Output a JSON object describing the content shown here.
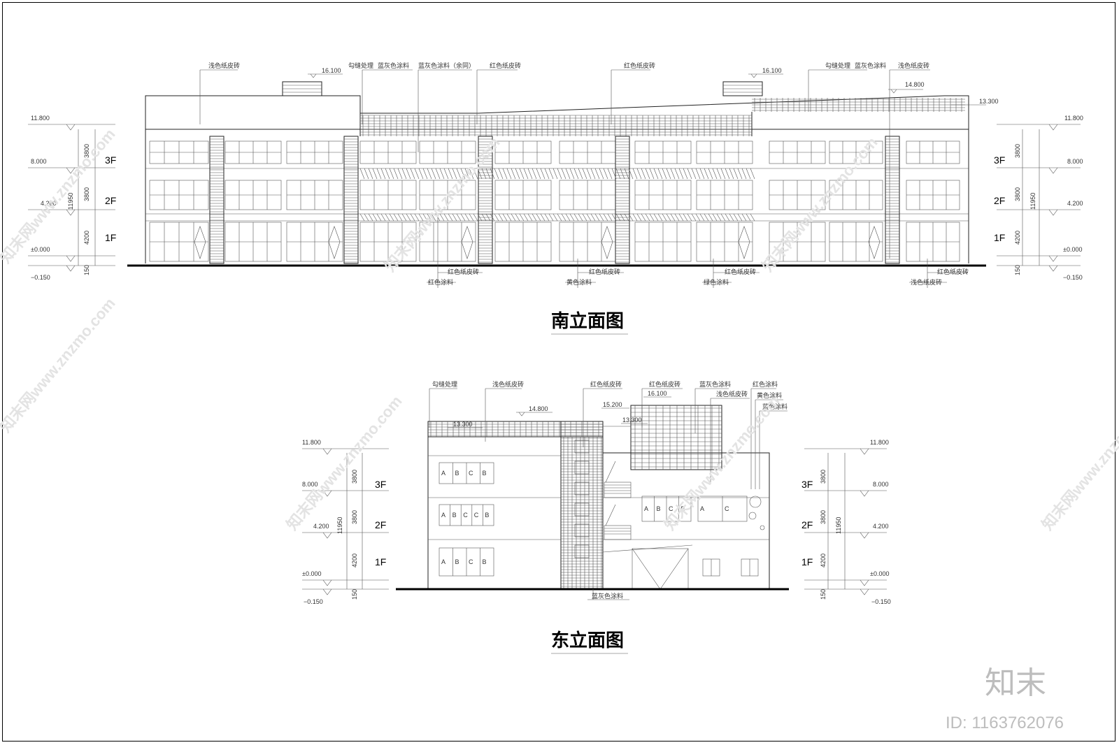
{
  "south": {
    "title": "南立面图",
    "floors": [
      "3F",
      "2F",
      "1F"
    ],
    "levels": [
      "11.800",
      "8.000",
      "4.200",
      "±0.000",
      "−0.150"
    ],
    "dims": [
      "3800",
      "3800",
      "4200",
      "11950",
      "150"
    ],
    "top_labels": [
      "浅色纸皮砖",
      "勾缝处理",
      "蓝灰色涂料",
      "蓝灰色涂料（余同）",
      "红色纸皮砖",
      "红色纸皮砖",
      "勾缝处理",
      "蓝灰色涂料",
      "浅色纸皮砖"
    ],
    "top_levels": [
      "16.100",
      "16.100",
      "14.800",
      "13.300"
    ],
    "bottom_labels": [
      "红色纸皮砖",
      "红色涂料",
      "红色纸皮砖",
      "黄色涂料",
      "红色纸皮砖",
      "绿色涂料",
      "红色纸皮砖",
      "浅色纸皮砖"
    ]
  },
  "east": {
    "title": "东立面图",
    "floors": [
      "3F",
      "2F",
      "1F"
    ],
    "levels": [
      "11.800",
      "8.000",
      "4.200",
      "±0.000",
      "−0.150"
    ],
    "dims": [
      "3800",
      "3800",
      "4200",
      "11950",
      "150"
    ],
    "top_labels": [
      "勾缝处理",
      "浅色纸皮砖",
      "红色纸皮砖",
      "红色纸皮砖",
      "蓝灰色涂料",
      "浅色纸皮砖",
      "红色涂料",
      "黄色涂料",
      "蓝色涂料"
    ],
    "top_levels": [
      "14.800",
      "13.300",
      "16.100",
      "15.200",
      "13.300"
    ],
    "bottom_label": "蓝灰色涂料",
    "window_letters": [
      "A",
      "B",
      "C",
      "B",
      "A",
      "B",
      "C",
      "C",
      "B",
      "A",
      "B",
      "C",
      "B",
      "A",
      "B",
      "C",
      "B",
      "A",
      "C"
    ]
  },
  "watermark": {
    "text": "知末网www.znzmo.com",
    "brand": "知末",
    "id": "ID: 1163762076"
  }
}
